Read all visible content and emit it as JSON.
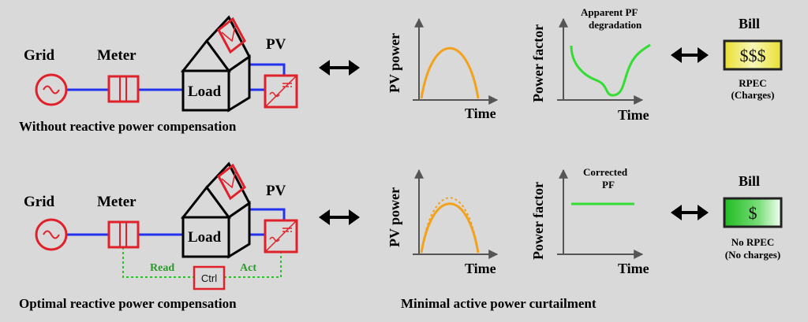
{
  "colors": {
    "background": "#d9d9d9",
    "component_red": "#e0212b",
    "wire_blue": "#2233ee",
    "pv_curve": "#f2a21c",
    "pf_curve": "#33dd33",
    "control_green": "#33bb33",
    "bill_yellow": "#f4ee6a",
    "bill_green": "#33cc33"
  },
  "top": {
    "grid_label": "Grid",
    "meter_label": "Meter",
    "load_label": "Load",
    "pv_label": "PV",
    "caption": "Without reactive power compensation",
    "pv_chart": {
      "ylabel": "PV power",
      "xlabel": "Time"
    },
    "pf_chart": {
      "ylabel": "Power factor",
      "xlabel": "Time",
      "annotation_line1": "Apparent PF",
      "annotation_line2": "degradation"
    },
    "bill": {
      "title": "Bill",
      "amount": "$$$",
      "note_line1": "RPEC",
      "note_line2": "(Charges)"
    }
  },
  "bottom": {
    "grid_label": "Grid",
    "meter_label": "Meter",
    "load_label": "Load",
    "pv_label": "PV",
    "ctrl_label": "Ctrl",
    "read_label": "Read",
    "act_label": "Act",
    "caption": "Optimal reactive power compensation",
    "caption2": "Minimal active power curtailment",
    "pv_chart": {
      "ylabel": "PV power",
      "xlabel": "Time"
    },
    "pf_chart": {
      "ylabel": "Power factor",
      "xlabel": "Time",
      "annotation_line1": "Corrected",
      "annotation_line2": "PF"
    },
    "bill": {
      "title": "Bill",
      "amount": "$",
      "note_line1": "No RPEC",
      "note_line2": "(No charges)"
    }
  }
}
